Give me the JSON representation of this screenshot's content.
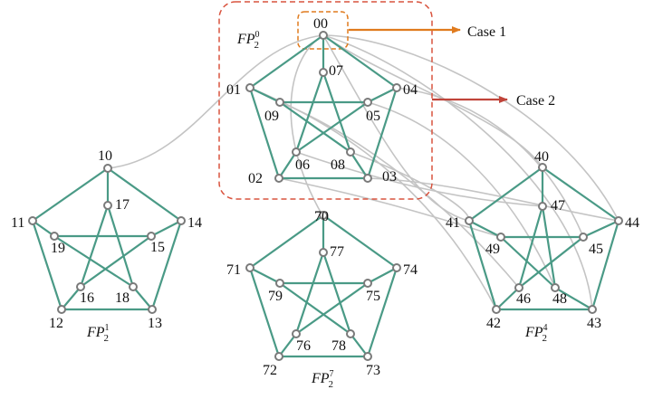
{
  "petersen_graphs": [
    {
      "title": "FP",
      "sub": "2",
      "sup": "0",
      "outer": [
        "00",
        "04",
        "03",
        "02",
        "01"
      ],
      "inner": [
        "07",
        "05",
        "08",
        "06",
        "09"
      ]
    },
    {
      "title": "FP",
      "sub": "2",
      "sup": "1",
      "outer": [
        "10",
        "14",
        "13",
        "12",
        "11"
      ],
      "inner": [
        "17",
        "15",
        "18",
        "16",
        "19"
      ]
    },
    {
      "title": "FP",
      "sub": "2",
      "sup": "7",
      "outer": [
        "70",
        "74",
        "73",
        "72",
        "71"
      ],
      "inner": [
        "77",
        "75",
        "78",
        "76",
        "79"
      ]
    },
    {
      "title": "FP",
      "sub": "2",
      "sup": "4",
      "outer": [
        "40",
        "44",
        "43",
        "42",
        "41"
      ],
      "inner": [
        "47",
        "45",
        "48",
        "46",
        "49"
      ]
    }
  ],
  "cases": [
    {
      "label": "Case 1",
      "color": "#e07b1e"
    },
    {
      "label": "Case 2",
      "color": "#c0443a"
    }
  ],
  "colors": {
    "edge": "#4a9a86",
    "cross_link": "#c4c4c4",
    "node_outline": "#7a7a7a",
    "highlight_box": "#d9533e",
    "case1_box": "#e07b1e"
  }
}
